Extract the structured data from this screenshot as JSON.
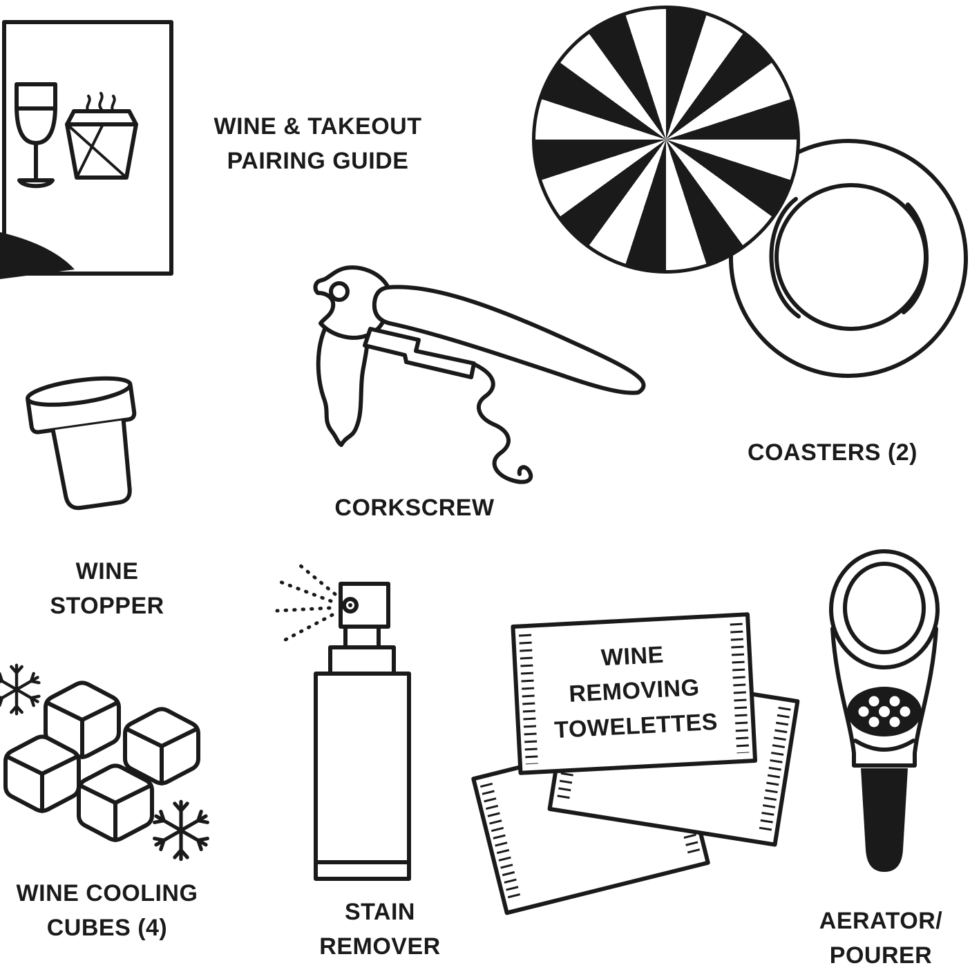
{
  "colors": {
    "background": "#ffffff",
    "ink": "#1a1a1a"
  },
  "items": {
    "pairing_guide": {
      "label": "WINE & TAKEOUT\nPAIRING GUIDE"
    },
    "coasters": {
      "label": "COASTERS (2)"
    },
    "corkscrew": {
      "label": "CORKSCREW"
    },
    "wine_stopper": {
      "label": "WINE\nSTOPPER"
    },
    "wine_cooling_cubes": {
      "label": "WINE COOLING\nCUBES (4)"
    },
    "stain_remover": {
      "label": "STAIN\nREMOVER"
    },
    "towelettes": {
      "label": "WINE\nREMOVING\nTOWELETTES"
    },
    "aerator_pourer": {
      "label": "AERATOR/\nPOURER"
    }
  },
  "icons": {
    "wine_glass": "wine-glass-icon",
    "takeout_box": "takeout-box-icon",
    "steam": "steam-icon",
    "snowflake": "snowflake-icon",
    "spray_dots": "spray-dots-icon",
    "pinwheel_coaster": "pinwheel-coaster-icon",
    "wine_ring_stain": "wine-ring-stain-icon"
  }
}
